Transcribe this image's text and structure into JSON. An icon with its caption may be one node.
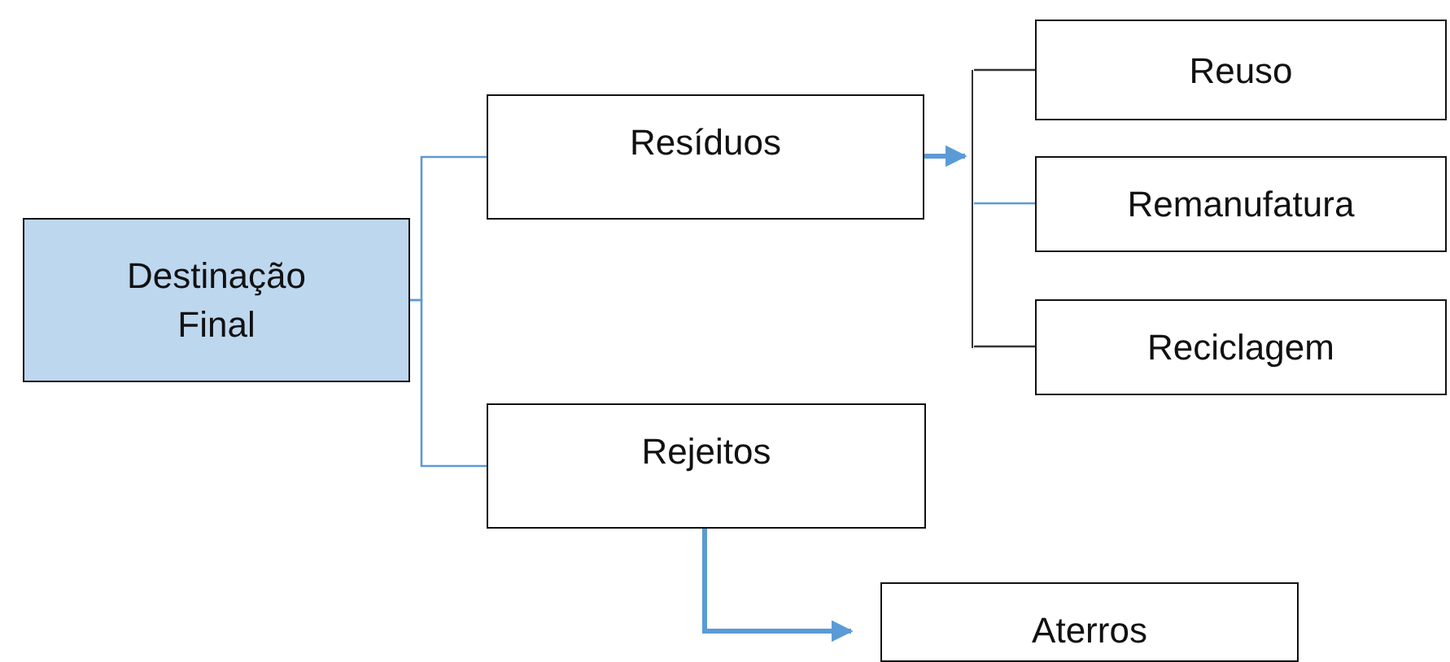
{
  "diagram": {
    "nodes": [
      {
        "text": [
          "Destinação Final"
        ]
      },
      {
        "text": [
          "Resíduos"
        ]
      },
      {
        "text": [
          "Rejeitos"
        ]
      },
      {
        "text": [
          "Reuso"
        ]
      },
      {
        "text": [
          "Remanufatura"
        ]
      },
      {
        "text": [
          "Reciclagem"
        ]
      },
      {
        "text": [],
        "shape": "bracket"
      },
      {
        "text": [
          "Aterros"
        ]
      }
    ],
    "edges": [
      {
        "from": 0,
        "to": 1,
        "arrow": "none",
        "color": "#5b9bd5"
      },
      {
        "from": 0,
        "to": 2,
        "arrow": "none",
        "color": "#5b9bd5"
      },
      {
        "from": 1,
        "to": 6,
        "arrow": "to",
        "style": "thick",
        "color": "#5b9bd5"
      },
      {
        "from": 6,
        "to": 3,
        "arrow": "none",
        "color": "#333333"
      },
      {
        "from": 6,
        "to": 4,
        "arrow": "none",
        "color": "#5b9bd5"
      },
      {
        "from": 6,
        "to": 5,
        "arrow": "none",
        "color": "#333333"
      },
      {
        "from": 2,
        "to": 7,
        "arrow": "to",
        "style": "thick",
        "color": "#5b9bd5"
      }
    ]
  }
}
